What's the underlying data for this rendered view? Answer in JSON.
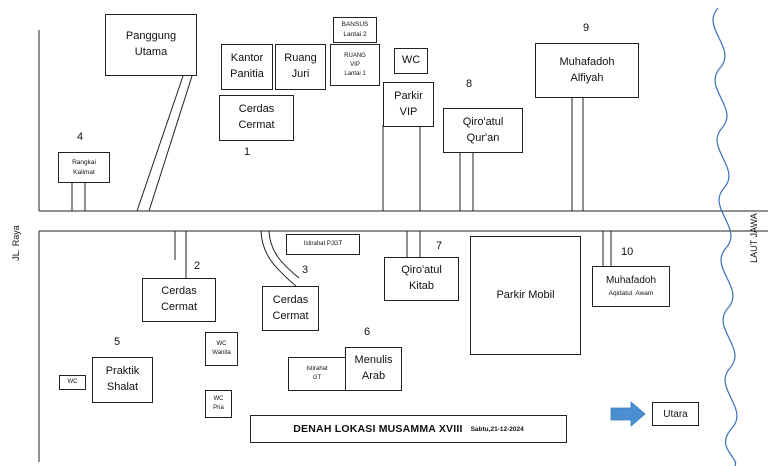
{
  "title": "DENAH LOKASI MUSAMMA XVIII",
  "date": "Sabtu,21-12-2024",
  "road_left": "JL. Raya",
  "sea_right": "LAUT JAWA",
  "north": "Utara",
  "colors": {
    "line": "#222222",
    "arrow": "#4a8fd0",
    "wave": "#3b6fb3"
  },
  "buildings": {
    "panggung": [
      "Panggung",
      "Utama"
    ],
    "kantor": [
      "Kantor",
      "Panitia"
    ],
    "juri": [
      "Ruang",
      "Juri"
    ],
    "bansus": [
      "BANSUS",
      "Lantai 2"
    ],
    "vip_room": [
      "RUANG",
      "VIP",
      "Lantai 1"
    ],
    "wc_top": "WC",
    "parkir_vip": [
      "Parkir",
      "VIP"
    ],
    "alfiyah": [
      "Muhafadoh",
      "Alfiyah"
    ],
    "cc1": [
      "Cerdas",
      "Cermat"
    ],
    "quran": [
      "Qiro'atul",
      "Qur'an"
    ],
    "rangkai": [
      "Rangkai",
      "Kalimat"
    ],
    "istirahat_pjgt": "Istirahat PJGT",
    "cc2": [
      "Cerdas",
      "Cermat"
    ],
    "cc3": [
      "Cerdas",
      "Cermat"
    ],
    "kitab": [
      "Qiro'atul",
      "Kitab"
    ],
    "parkir_mobil": "Parkir Mobil",
    "awam": [
      "Muhafadoh",
      "Aqidatul  Awam"
    ],
    "wc_wanita": [
      "WC",
      "Wanita"
    ],
    "wc_pria": [
      "WC",
      "Pria"
    ],
    "wc_left": "WC",
    "praktik": [
      "Praktik",
      "Shalat"
    ],
    "istirahat_gt": [
      "Istirahat",
      "GT"
    ],
    "menulis": [
      "Menulis",
      "Arab"
    ]
  },
  "numbers": {
    "n1": "1",
    "n2": "2",
    "n3": "3",
    "n4": "4",
    "n5": "5",
    "n6": "6",
    "n7": "7",
    "n8": "8",
    "n9": "9",
    "n10": "10"
  }
}
